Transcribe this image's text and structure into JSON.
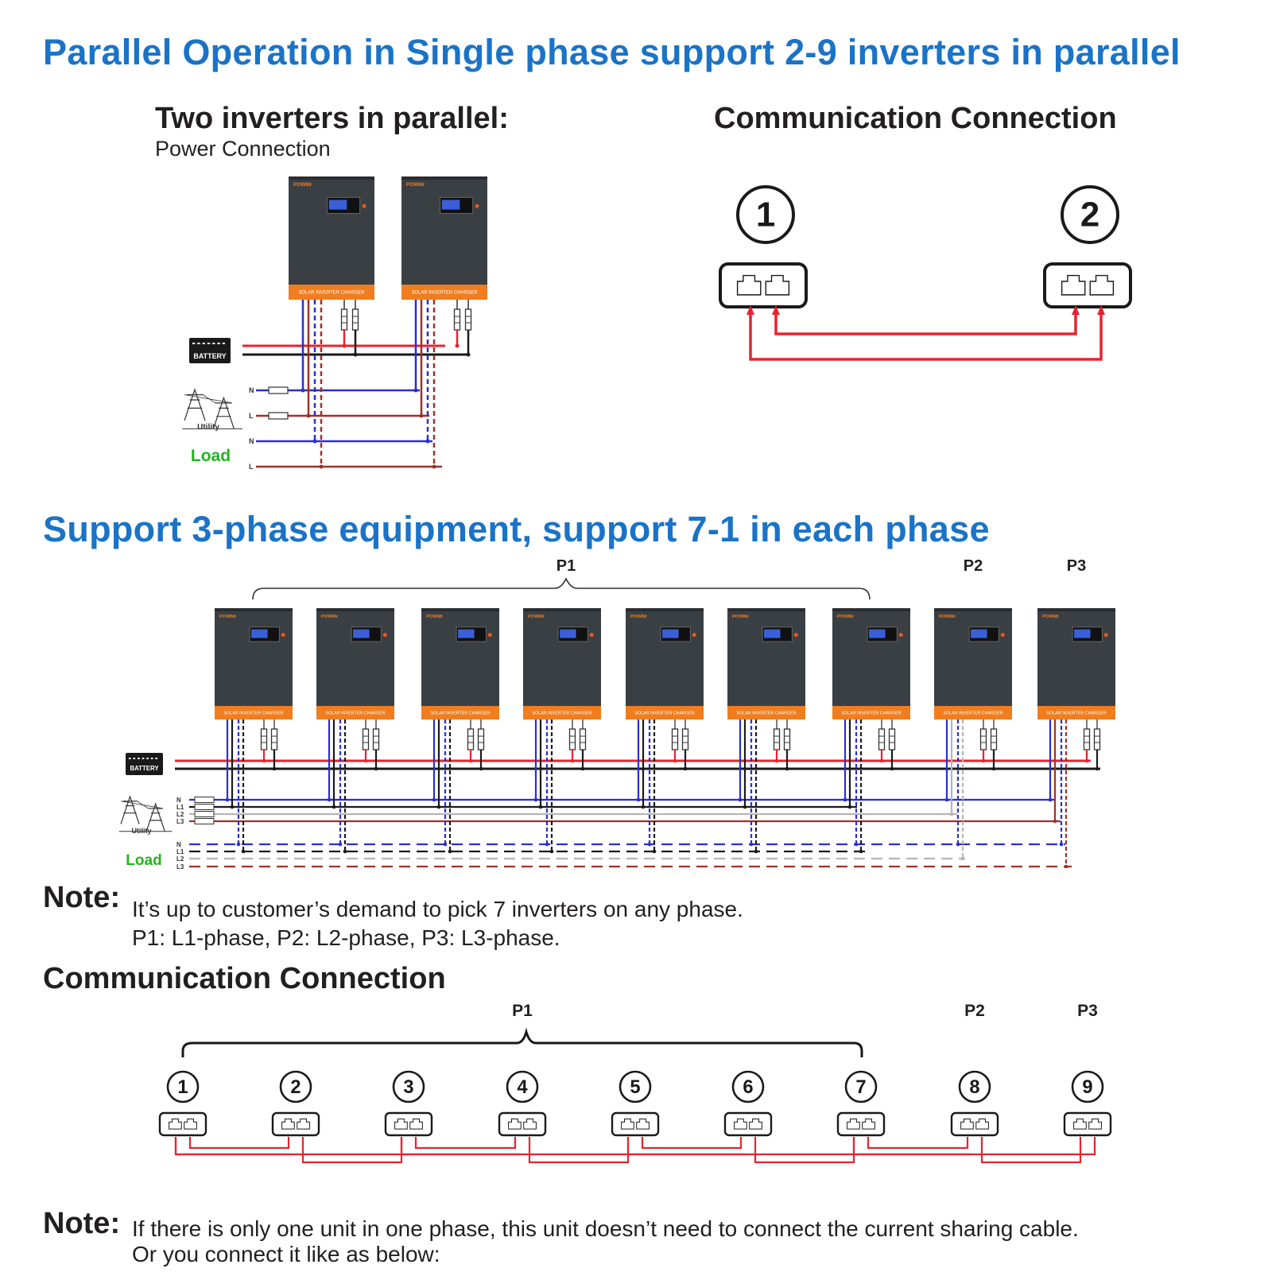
{
  "header": {
    "title": "Parallel Operation in Single phase support 2-9 inverters in parallel"
  },
  "two_parallel": {
    "heading": "Two inverters in parallel:",
    "subheading": "Power Connection",
    "labels": {
      "battery": "BATTERY",
      "utility": "Utility",
      "load": "Load",
      "n": "N",
      "l": "L"
    }
  },
  "comm_top": {
    "heading": "Communication Connection",
    "units": [
      "1",
      "2"
    ]
  },
  "three_phase": {
    "heading": "Support 3-phase equipment,  support 7-1 in each phase",
    "groups": [
      "P1",
      "P2",
      "P3"
    ],
    "labels": {
      "battery": "BATTERY",
      "utility": "Utility",
      "load": "Load",
      "n": "N",
      "l1": "L1",
      "l2": "L2",
      "l3": "L3"
    }
  },
  "inverter": {
    "brand": "POWMr",
    "panel_text": "SOLAR INVERTER CHARGER"
  },
  "note1": {
    "label": "Note:",
    "line1": "It’s up to customer’s demand to pick 7 inverters on any phase.",
    "line2": "P1: L1-phase, P2: L2-phase, P3: L3-phase."
  },
  "comm_bottom": {
    "heading": "Communication Connection",
    "groups": [
      "P1",
      "P2",
      "P3"
    ],
    "units": [
      "1",
      "2",
      "3",
      "4",
      "5",
      "6",
      "7",
      "8",
      "9"
    ]
  },
  "note2": {
    "label": "Note:",
    "line1": "If there is only one unit in one phase, this unit doesn’t need to connect the current sharing cable.",
    "line2": "Or you connect it like as below:"
  },
  "colors": {
    "title_blue": "#1a73c8",
    "inverter_body": "#3a3f44",
    "inverter_band": "#f07d1e",
    "wire_red": "#e8232f",
    "wire_black": "#1a1a1a",
    "wire_blue": "#2a2fd0",
    "wire_brown": "#a0302a",
    "wire_gray": "#b5b5b5",
    "load_green": "#22b41e"
  }
}
